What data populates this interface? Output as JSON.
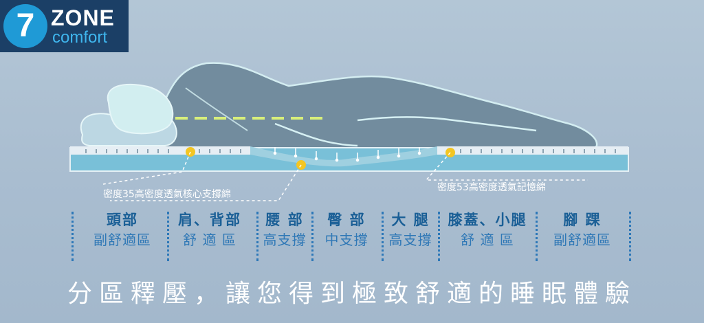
{
  "logo": {
    "number": "7",
    "zone": "ZONE",
    "comfort": "comfort"
  },
  "annotations": {
    "core_foam": "密度35高密度透氣核心支撐綿",
    "memory_foam": "密度53高密度透氣記憶綿"
  },
  "zones": [
    {
      "name": "頭部",
      "desc": "副舒適區"
    },
    {
      "name": "肩、背部",
      "desc": "舒 適 區"
    },
    {
      "name": "腰 部",
      "desc": "高支撐"
    },
    {
      "name": "臀 部",
      "desc": "中支撐"
    },
    {
      "name": "大 腿",
      "desc": "高支撐"
    },
    {
      "name": "膝蓋、小腿",
      "desc": "舒 適 區"
    },
    {
      "name": "腳 踝",
      "desc": "副舒適區"
    }
  ],
  "tagline": "分區釋壓，讓您得到極致舒適的睡眠體驗",
  "colors": {
    "background": "#abbfd2",
    "mattress_top": "#e6eef4",
    "mattress_body": "#79c0d8",
    "body_fill": "#6f8a9c",
    "pillow": "#d2eef0",
    "support_dot": "#f3c623",
    "alignment_line": "#d8ef7a",
    "zone_text": "#1a5f96"
  }
}
